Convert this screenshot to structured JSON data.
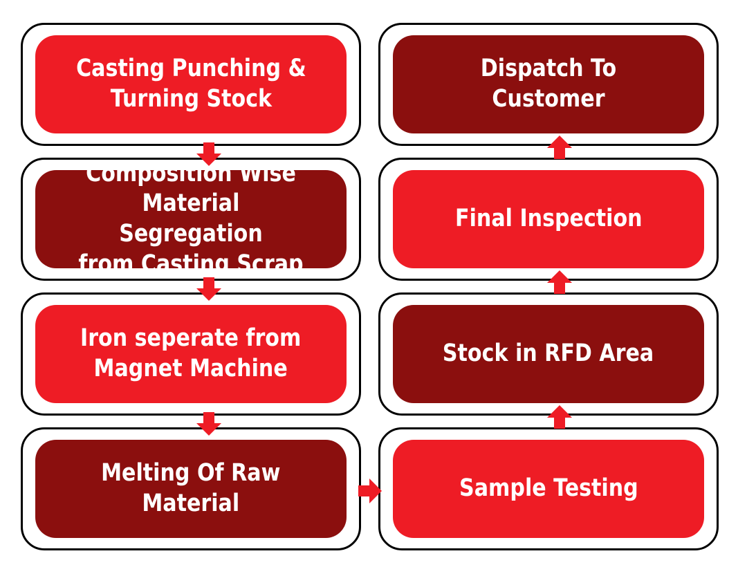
{
  "colors": {
    "red": "#ee1c25",
    "dark_red": "#8b0f0e",
    "frame": "#000000",
    "arrow": "#ee1c25"
  },
  "steps": [
    {
      "id": "casting-punching",
      "label": "Casting Punching &\nTurning Stock",
      "color": "red"
    },
    {
      "id": "material-segregation",
      "label": "Composition Wise\nMaterial Segregation\nfrom Casting Scrap",
      "color": "dark_red"
    },
    {
      "id": "iron-separate",
      "label": "Iron seperate from\nMagnet Machine",
      "color": "red"
    },
    {
      "id": "melting",
      "label": "Melting Of Raw\nMaterial",
      "color": "dark_red"
    },
    {
      "id": "sample-testing",
      "label": "Sample Testing",
      "color": "red"
    },
    {
      "id": "stock-rfd",
      "label": "Stock in RFD Area",
      "color": "dark_red"
    },
    {
      "id": "final-inspection",
      "label": "Final Inspection",
      "color": "red"
    },
    {
      "id": "dispatch",
      "label": "Dispatch To Customer",
      "color": "dark_red"
    }
  ],
  "connections": [
    {
      "from": "casting-punching",
      "to": "material-segregation",
      "direction": "down"
    },
    {
      "from": "material-segregation",
      "to": "iron-separate",
      "direction": "down"
    },
    {
      "from": "iron-separate",
      "to": "melting",
      "direction": "down"
    },
    {
      "from": "melting",
      "to": "sample-testing",
      "direction": "right"
    },
    {
      "from": "sample-testing",
      "to": "stock-rfd",
      "direction": "up"
    },
    {
      "from": "stock-rfd",
      "to": "final-inspection",
      "direction": "up"
    },
    {
      "from": "final-inspection",
      "to": "dispatch",
      "direction": "up"
    }
  ]
}
